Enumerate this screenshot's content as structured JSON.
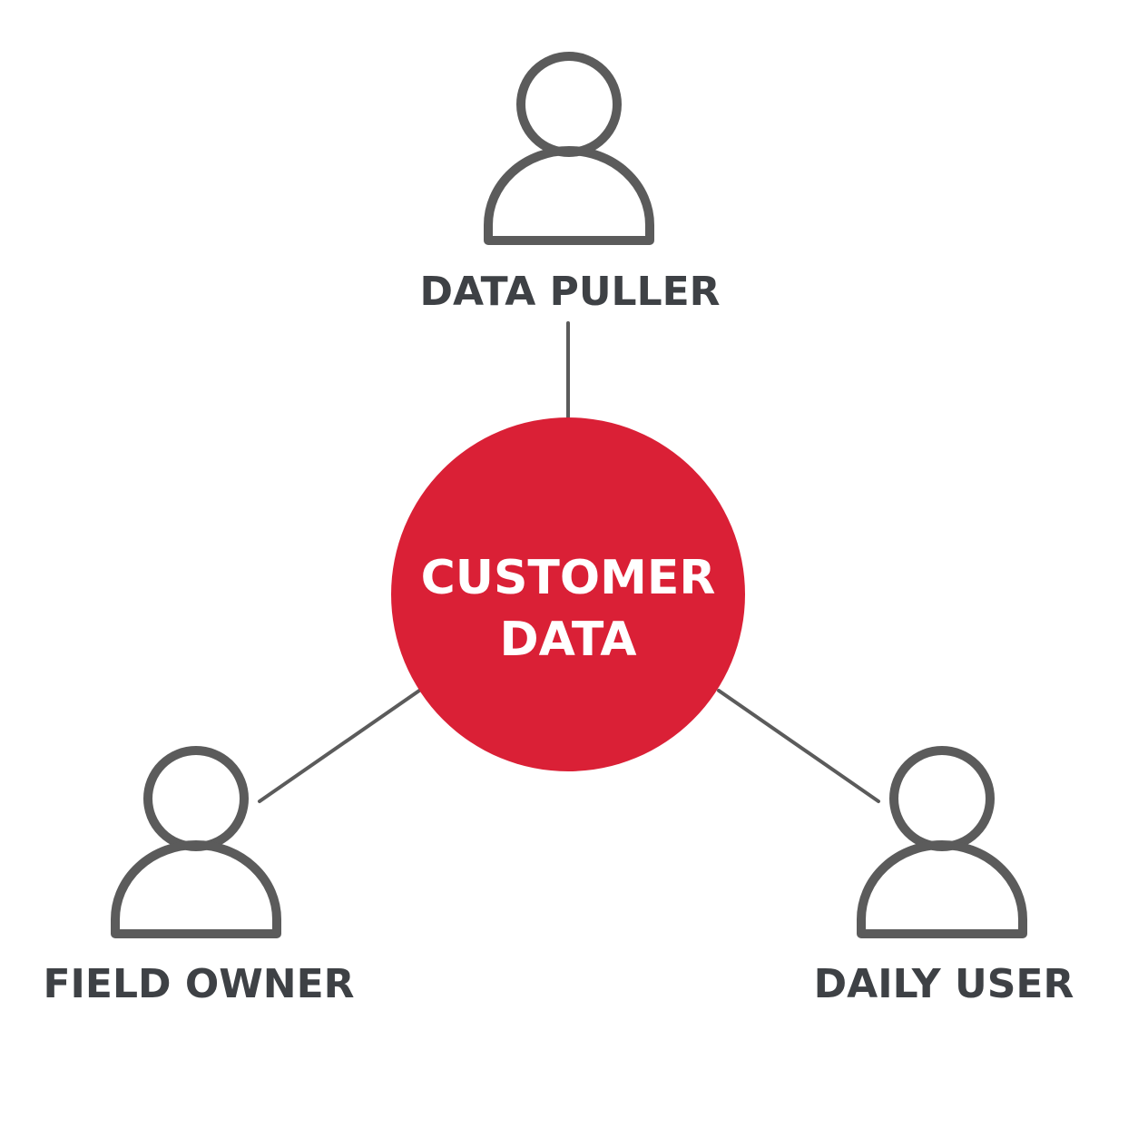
{
  "center": {
    "line1": "CUSTOMER",
    "line2": "DATA"
  },
  "roles": {
    "top": {
      "label": "DATA PULLER"
    },
    "left": {
      "label": "FIELD OWNER"
    },
    "right": {
      "label": "DAILY USER"
    }
  },
  "colors": {
    "accent": "#DA2036",
    "stroke": "#5B5B5B",
    "label": "#3E4145",
    "center_text": "#FFFFFF",
    "background": "#FFFFFF"
  },
  "icons": {
    "person": "person-outline-icon"
  }
}
